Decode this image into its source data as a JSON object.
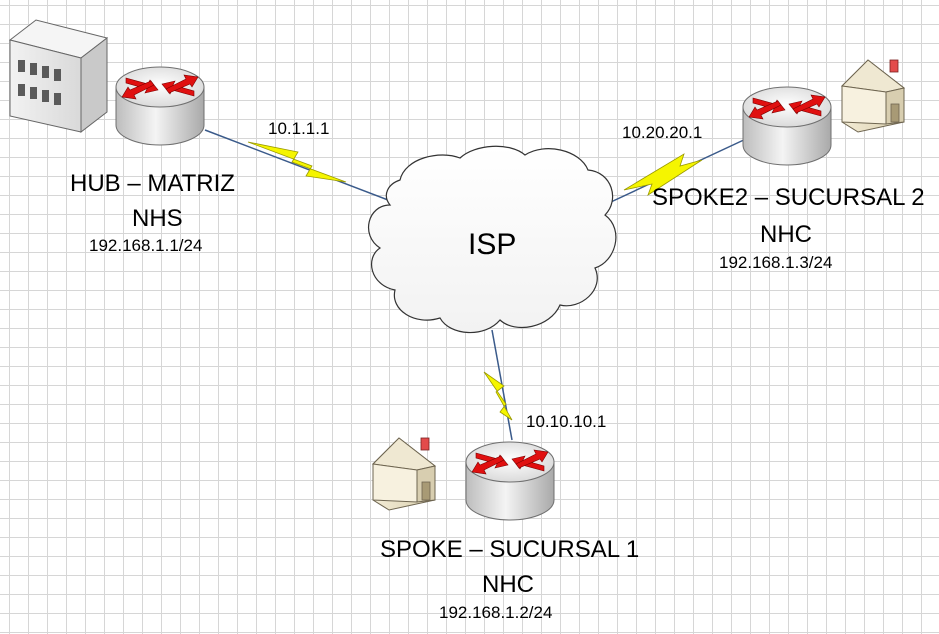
{
  "cloud": {
    "label": "ISP"
  },
  "hub": {
    "name": "HUB – MATRIZ",
    "role": "NHS",
    "ip": "192.168.1.1/24",
    "link_ip": "10.1.1.1"
  },
  "spoke1": {
    "name": "SPOKE – SUCURSAL 1",
    "role": "NHC",
    "ip": "192.168.1.2/24",
    "link_ip": "10.10.10.1"
  },
  "spoke2": {
    "name": "SPOKE2 – SUCURSAL 2",
    "role": "NHC",
    "ip": "192.168.1.3/24",
    "link_ip": "10.20.20.1"
  },
  "icons": {
    "router": "router-icon",
    "building": "office-building-icon",
    "house": "house-icon",
    "link": "serial-link-lightning-icon",
    "cloud": "cloud-icon"
  },
  "colors": {
    "grid": "#d6d6d6",
    "lightning": "#f5f500",
    "link_line": "#3a5a8a",
    "router_arrow": "#e01010",
    "router_body": "#e9e9e9"
  }
}
